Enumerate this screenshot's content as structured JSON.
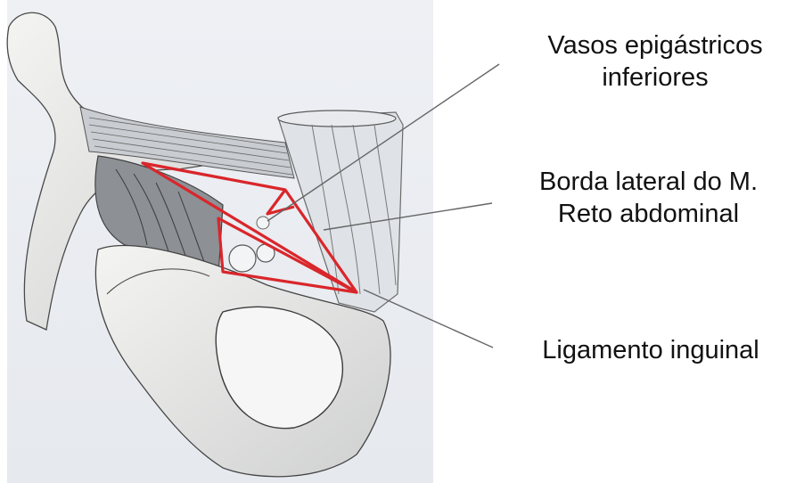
{
  "labels": {
    "vasos": {
      "line1": "Vasos epigástricos",
      "line2": "inferiores"
    },
    "borda": {
      "line1": "Borda lateral do M.",
      "line2": "Reto abdominal"
    },
    "ligamento": {
      "line1": "Ligamento inguinal"
    }
  },
  "colors": {
    "background": "#ffffff",
    "illustration_bg": "#e9ecf1",
    "sketch": "#4a4a4a",
    "outline_red": "#d9262b",
    "leader_line": "#666666"
  }
}
